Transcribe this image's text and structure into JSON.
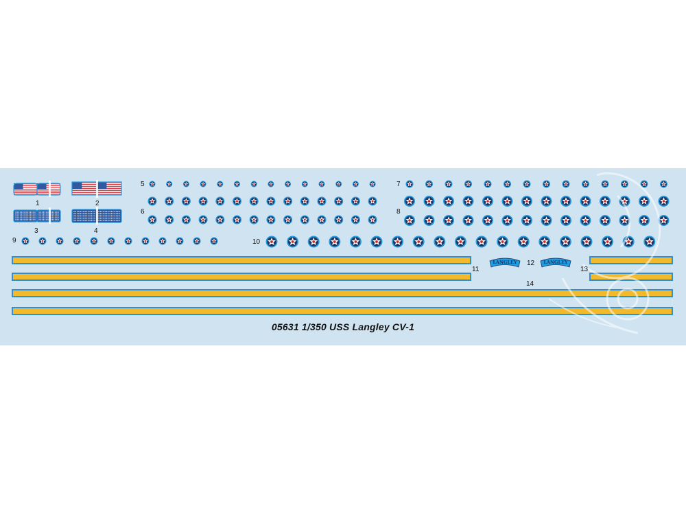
{
  "sheet": {
    "caption": "05631 1/350 USS Langley CV-1",
    "background_color": "#cfe3f1",
    "stripe_fill_color": "#f2b92c",
    "stripe_border_color": "#2f8fd0",
    "roundel_outer_color": "#1f9be0",
    "roundel_blue_color": "#22345f",
    "roundel_red_color": "#c62b2b",
    "flag_red_color": "#d6404a",
    "flag_blue_color": "#2f59a0",
    "watermark": "trumpeter-horn-icon"
  },
  "decals": {
    "numbers": [
      "1",
      "2",
      "3",
      "4",
      "5",
      "6",
      "7",
      "8",
      "9",
      "10",
      "11",
      "12",
      "13",
      "14"
    ],
    "langley_text": "LANGLEY"
  }
}
